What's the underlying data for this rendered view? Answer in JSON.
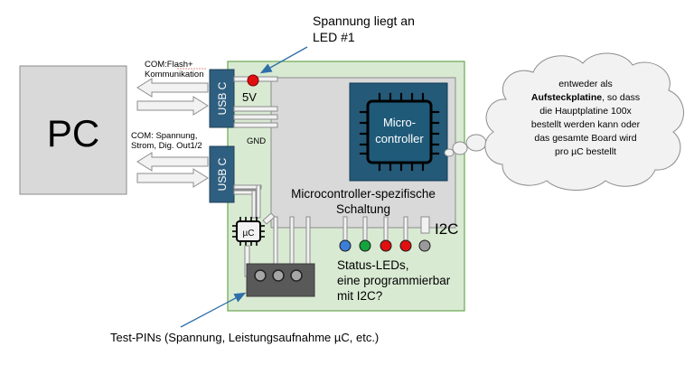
{
  "pc": {
    "label": "PC"
  },
  "com_top": {
    "line1": "COM:Flash+",
    "line2": "Kommunikation"
  },
  "com_bottom": {
    "line1": "COM: Spannung,",
    "line2": "Strom, Dig. Out1/2"
  },
  "usb_top": {
    "label": "USB C"
  },
  "usb_bottom": {
    "label": "USB C"
  },
  "voltage_label": "5V",
  "gnd_label": "GND",
  "led_callout": {
    "line1": "Spannung liegt an",
    "line2": "LED #1"
  },
  "mcu_chip": {
    "line1": "Micro-",
    "line2": "controller"
  },
  "mcu_section": {
    "line1": "Microcontroller-spezifische",
    "line2": "Schaltung"
  },
  "small_chip": {
    "label": "µC"
  },
  "i2c_label": "I2C",
  "status_leds": {
    "line1": "Status-LEDs,",
    "line2": "eine programmierbar",
    "line3": "mit I2C?",
    "colors": [
      "#3b7dd8",
      "#14a33c",
      "#e01010",
      "#e01010",
      "#9a9a9a"
    ]
  },
  "cloud": {
    "line1": "entweder als",
    "line2_bold": "Aufsteckplatine",
    "line2_rest": ", so dass",
    "line3": "die Hauptplatine 100x",
    "line4": "bestellt werden kann oder",
    "line5": "das gesamte Board wird",
    "line6": "pro µC bestellt"
  },
  "test_pins_label": "Test-PINs (Spannung, Leistungsaufnahme µC, etc.)",
  "colors": {
    "board": "#d9ead3",
    "section": "#d9d9d9",
    "usb": "#2f5f80",
    "chip_bg": "#245a78",
    "chip": "#000000",
    "callout_arrow": "#2f6fa8"
  }
}
